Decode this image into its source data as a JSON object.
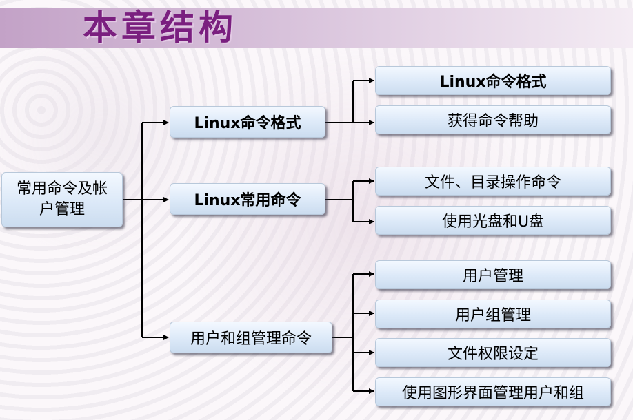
{
  "title": "本章结构",
  "root": {
    "label_line1": "常用命令及帐",
    "label_line2": "户管理"
  },
  "level1": [
    {
      "label": "Linux命令格式"
    },
    {
      "label": "Linux常用命令"
    },
    {
      "label": "用户和组管理命令"
    }
  ],
  "level2": [
    {
      "label": "Linux命令格式"
    },
    {
      "label": "获得命令帮助"
    },
    {
      "label": "文件、目录操作命令"
    },
    {
      "label": "使用光盘和U盘"
    },
    {
      "label": "用户管理"
    },
    {
      "label": "用户组管理"
    },
    {
      "label": "文件权限设定"
    },
    {
      "label": "使用图形界面管理用户和组"
    }
  ]
}
